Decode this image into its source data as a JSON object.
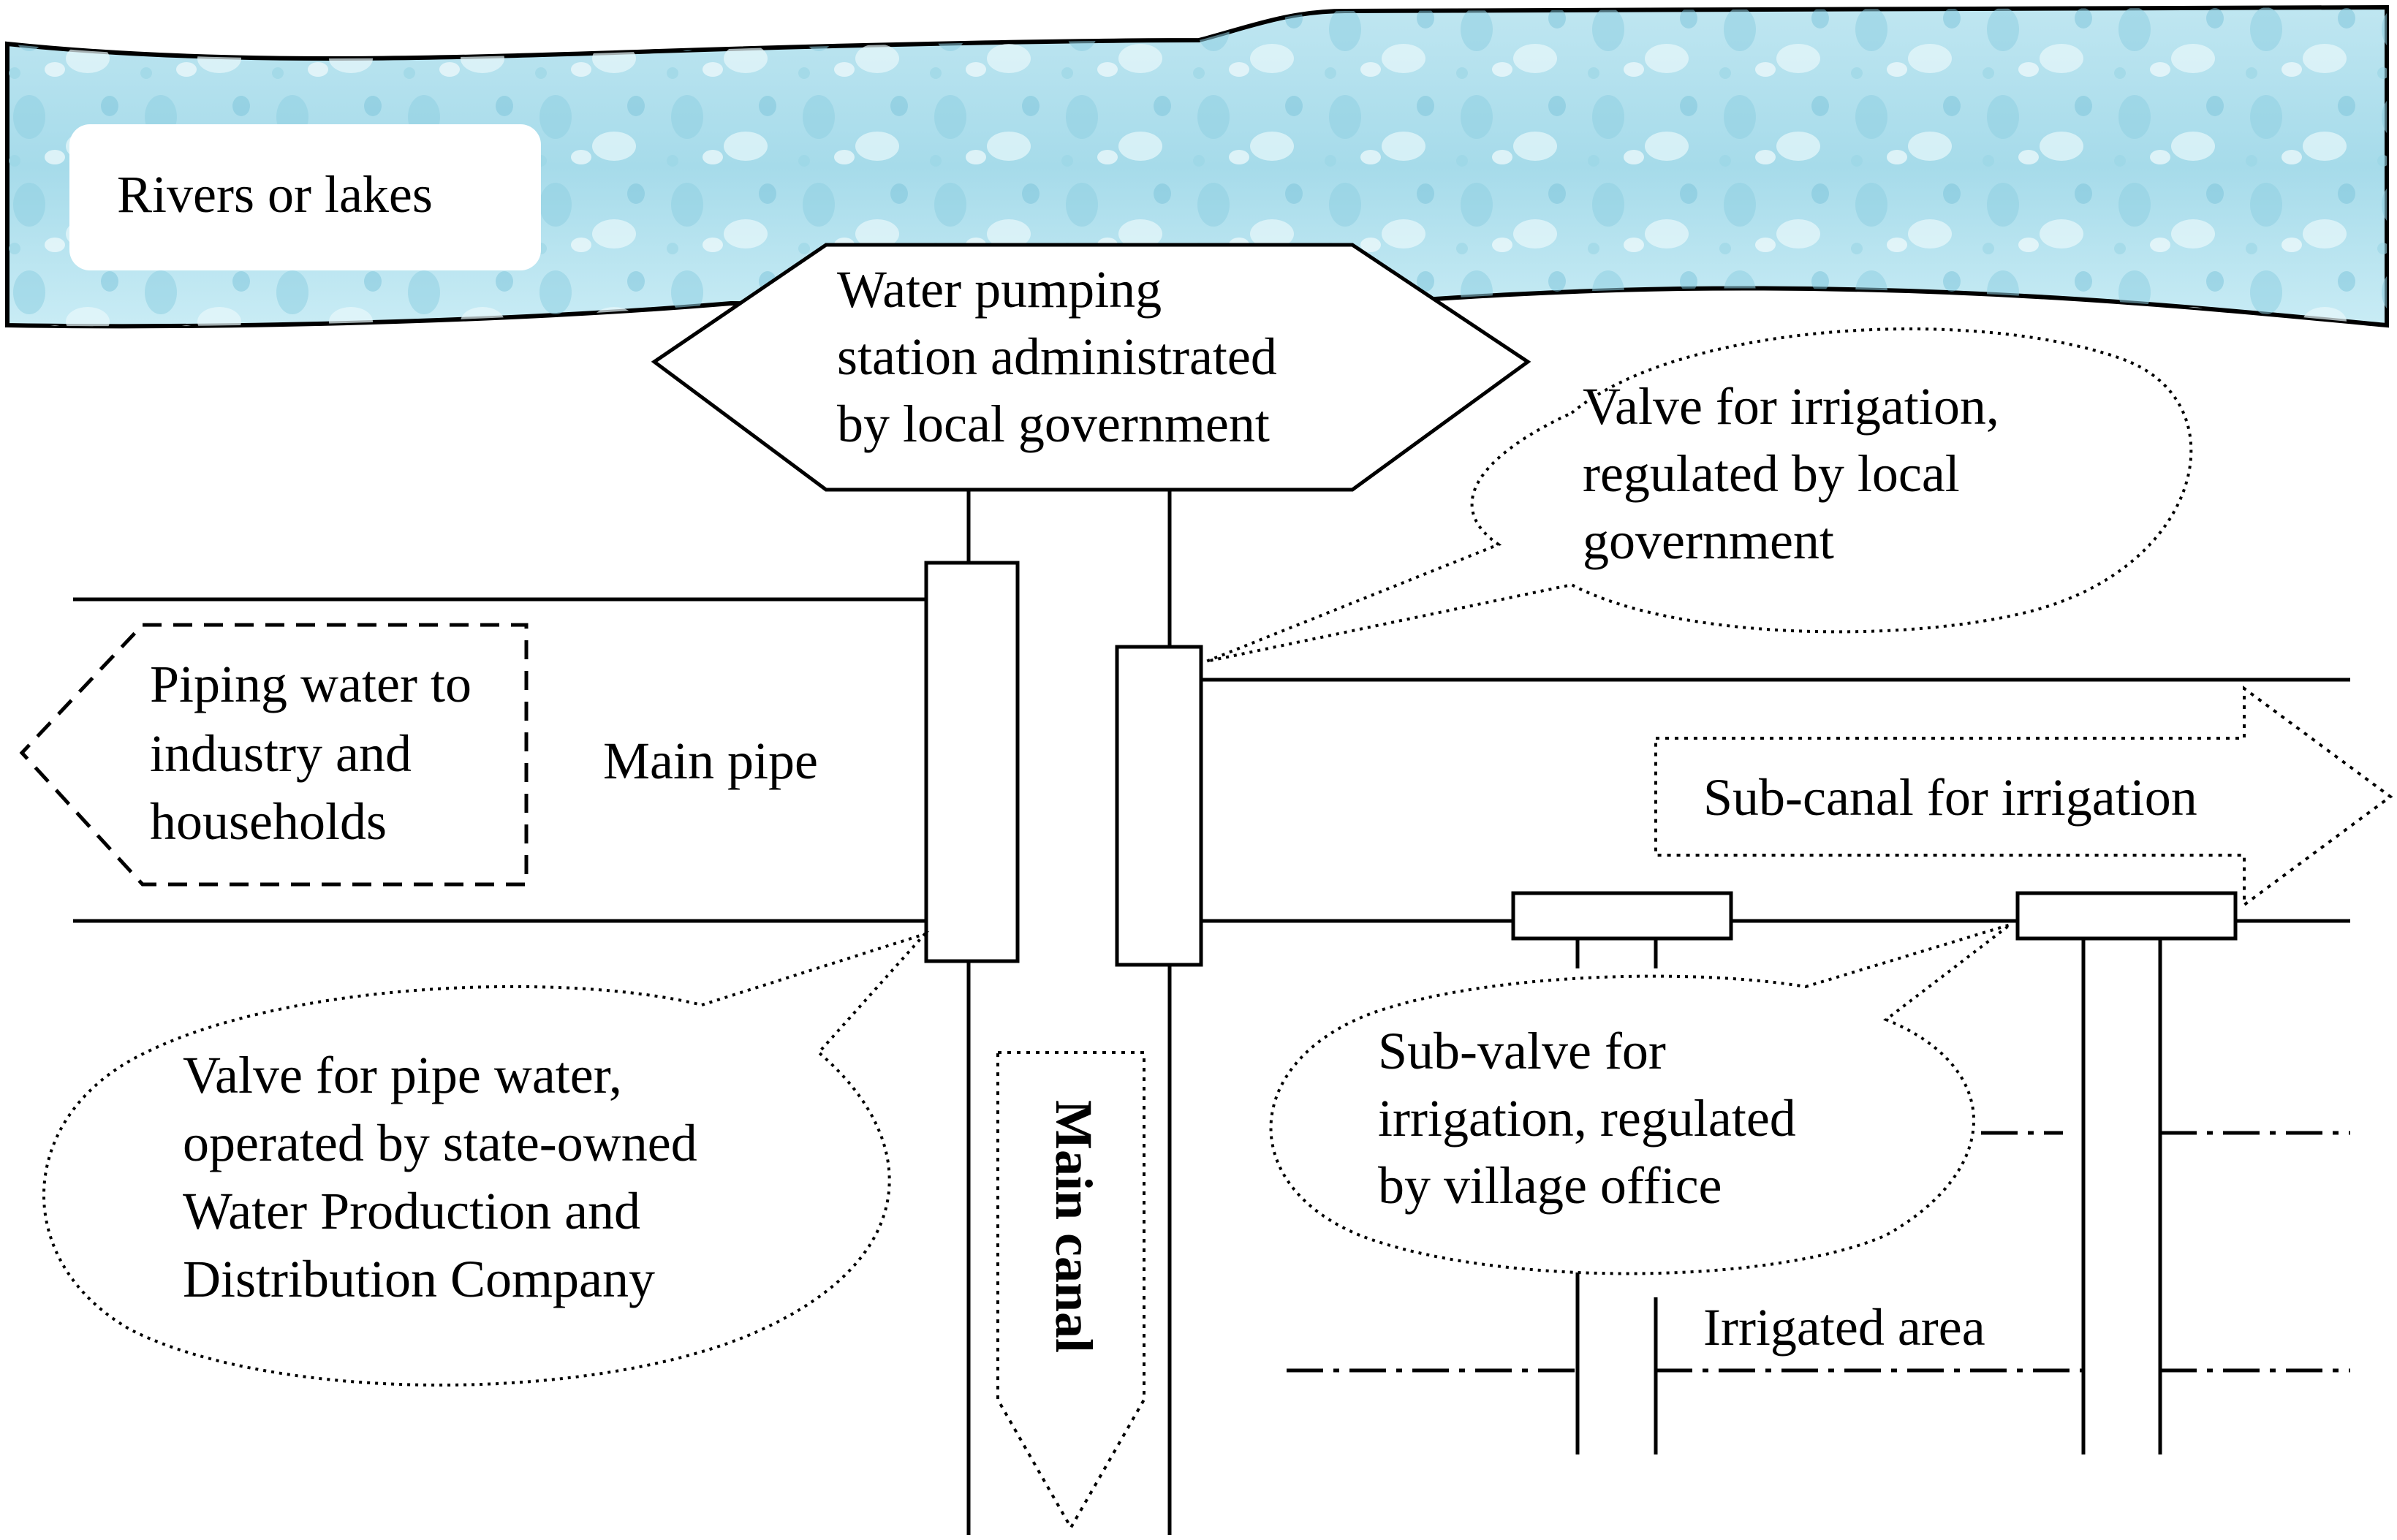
{
  "water_body": {
    "label": "Rivers or lakes"
  },
  "pumping_station": {
    "lines": [
      "Water pumping",
      "station administrated",
      "by local government"
    ]
  },
  "valve_irrigation_callout": {
    "lines": [
      "Valve for irrigation,",
      "regulated by local",
      "government"
    ]
  },
  "piping_arrow": {
    "lines": [
      "Piping water to",
      "industry and",
      "households"
    ]
  },
  "main_pipe": {
    "label": "Main pipe"
  },
  "sub_canal_arrow": {
    "label": "Sub-canal for irrigation"
  },
  "valve_pipe_callout": {
    "lines": [
      "Valve for pipe water,",
      "operated by state-owned",
      "Water Production and",
      "Distribution Company"
    ]
  },
  "main_canal_arrow": {
    "label": "Main canal"
  },
  "sub_valve_callout": {
    "lines": [
      "Sub-valve for",
      "irrigation, regulated",
      "by village office"
    ]
  },
  "irrigated_area": {
    "label": "Irrigated area"
  },
  "colors": {
    "water_light": "#d8f1f7",
    "water_mid": "#a9dcea",
    "water_dark": "#6fbfd6",
    "stroke": "#000000"
  }
}
